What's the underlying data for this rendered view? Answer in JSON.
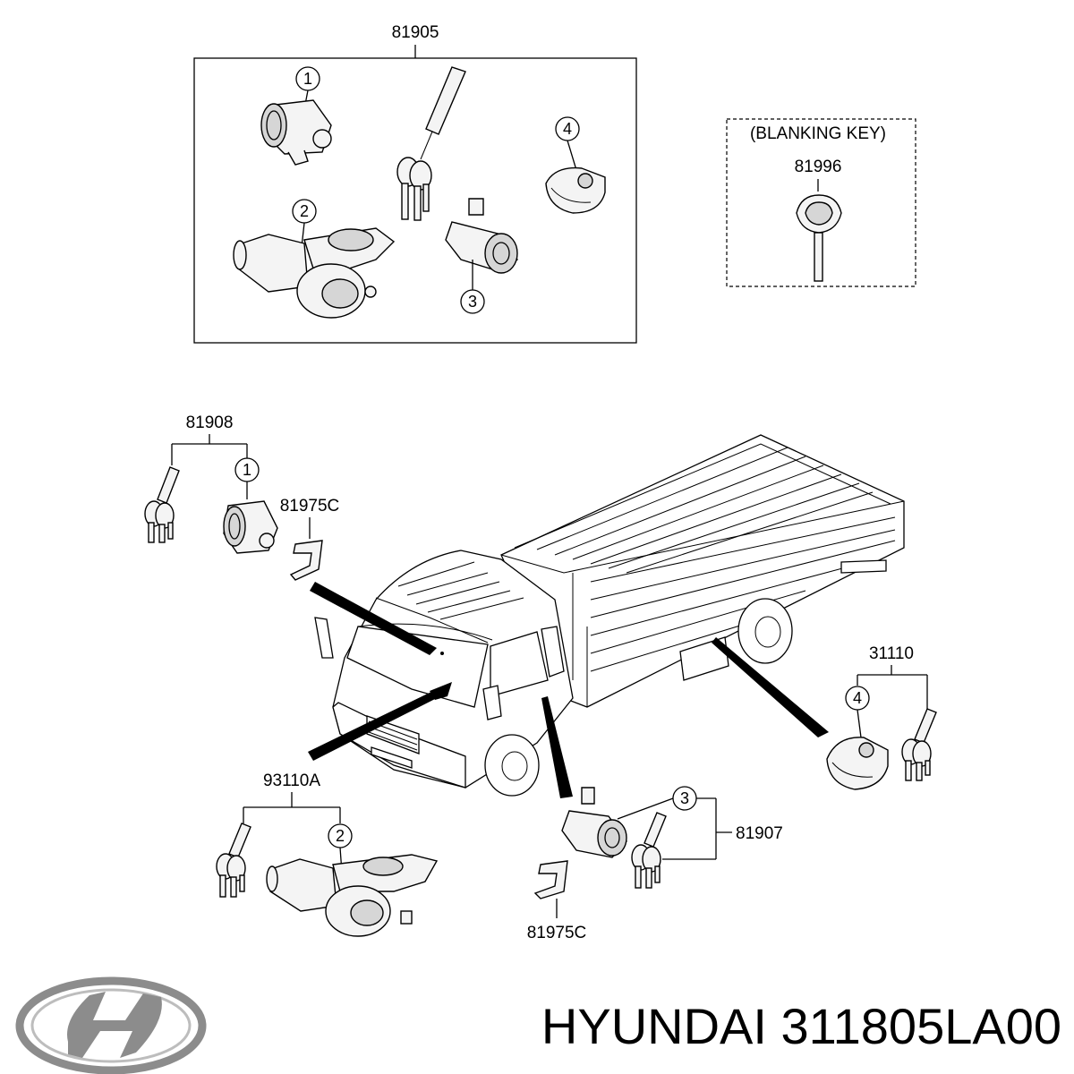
{
  "labels": {
    "kit_81905": "81905",
    "blanking_key_title": "(BLANKING KEY)",
    "blanking_key_code": "81996",
    "kit_81908": "81908",
    "clip_top": "81975C",
    "lock_31110": "31110",
    "kit_93110a": "93110A",
    "kit_81907": "81907",
    "clip_bottom": "81975C"
  },
  "callouts": [
    "1",
    "2",
    "3",
    "4"
  ],
  "footer": {
    "brand": "HYUNDAI",
    "part_number": "311805LA00"
  },
  "colors": {
    "line": "#000000",
    "background": "#ffffff",
    "logo": "#8c8c8c"
  },
  "icons": [
    "hyundai-logo-icon",
    "key-icon",
    "door-lock-cylinder-icon",
    "ignition-switch-icon",
    "fuel-cap-lock-icon"
  ]
}
